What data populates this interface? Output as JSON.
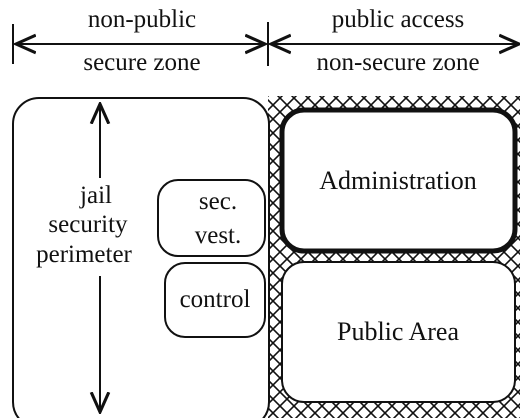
{
  "zones": {
    "left_line1": "non-public",
    "left_line2": "secure zone",
    "right_line1": "public access",
    "right_line2": "non-secure zone"
  },
  "perimeter": {
    "line1": "jail",
    "line2": "security",
    "line3": "perimeter"
  },
  "rooms": {
    "sec_vest_line1": "sec.",
    "sec_vest_line2": "vest.",
    "control": "control",
    "administration": "Administration",
    "public_area": "Public Area"
  },
  "colors": {
    "ink": "#111111",
    "background": "#ffffff"
  }
}
